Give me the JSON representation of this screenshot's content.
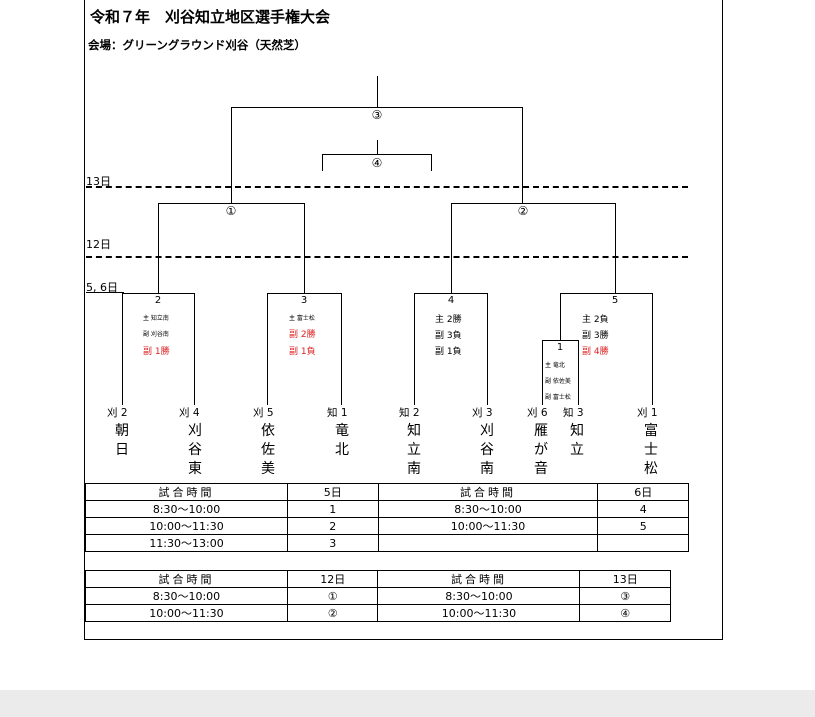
{
  "header": {
    "title": "令和７年　刈谷知立地区選手権大会",
    "venue": "会場：グリーングラウンド刈谷（天然芝）"
  },
  "days": {
    "day13": "13日",
    "day12": "12日",
    "day56": "5, 6日"
  },
  "nodes": {
    "final": "③",
    "third_place": "④",
    "semi1": "①",
    "semi2": "②",
    "m2": "2",
    "m3": "3",
    "m4": "4",
    "m5": "5",
    "m1": "1"
  },
  "records": {
    "m2": {
      "a": "主 知立南",
      "b": "副 刈谷南",
      "c": "副 1勝"
    },
    "m3": {
      "a": "主 富士松",
      "b": "副 2勝",
      "c": "副 1負"
    },
    "m4": {
      "a": "主 2勝",
      "b": "副 3負",
      "c": "副 1負"
    },
    "m5": {
      "a": "主 2負",
      "b": "副 3勝",
      "c": "副 4勝"
    },
    "m1": {
      "a": "主 竜北",
      "b": "副 依佐美",
      "c": "副 富士松"
    }
  },
  "teams": [
    {
      "seed": "刈 2",
      "name": "朝日"
    },
    {
      "seed": "刈 4",
      "name": "刈谷東"
    },
    {
      "seed": "刈 5",
      "name": "依佐美"
    },
    {
      "seed": "知 1",
      "name": "竜北"
    },
    {
      "seed": "知 2",
      "name": "知立南"
    },
    {
      "seed": "刈 3",
      "name": "刈谷南"
    },
    {
      "seed": "刈 6",
      "name": "雁が音"
    },
    {
      "seed": "知 3",
      "name": "知立"
    },
    {
      "seed": "刈 1",
      "name": "富士松"
    }
  ],
  "schedule1": {
    "header": [
      "試合時間",
      "5日",
      "試合時間",
      "6日"
    ],
    "rows": [
      [
        "8:30〜10:00",
        "1",
        "8:30〜10:00",
        "4"
      ],
      [
        "10:00〜11:30",
        "2",
        "10:00〜11:30",
        "5"
      ],
      [
        "11:30〜13:00",
        "3",
        "",
        ""
      ]
    ]
  },
  "schedule2": {
    "header": [
      "試合時間",
      "12日",
      "試合時間",
      "13日"
    ],
    "rows": [
      [
        "8:30〜10:00",
        "①",
        "8:30〜10:00",
        "③"
      ],
      [
        "10:00〜11:30",
        "②",
        "10:00〜11:30",
        "④"
      ]
    ]
  },
  "colors": {
    "win_red": "#d22222",
    "frame": "#000000",
    "footer_bg": "#ebebeb"
  }
}
